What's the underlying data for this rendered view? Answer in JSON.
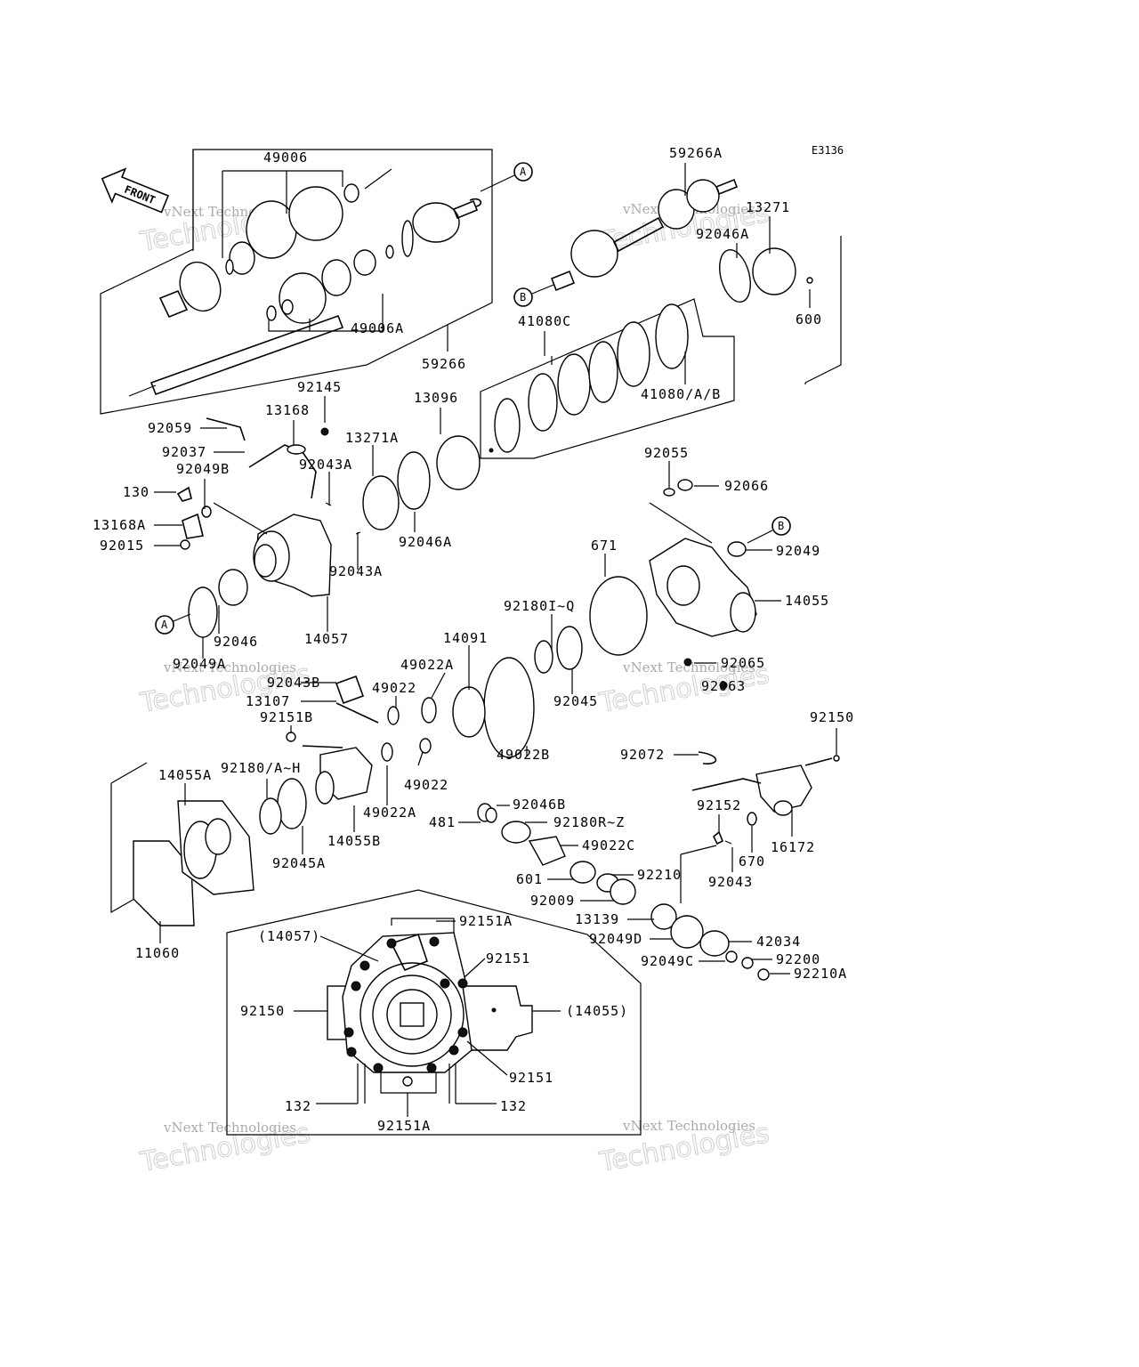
{
  "diagram_code": "E3136",
  "front_label": "FRONT",
  "watermarks": [
    "vNext Technologies",
    "Technologies"
  ],
  "ref_markers": [
    "A",
    "B"
  ],
  "labels": {
    "p49006": "49006",
    "p49006A": "49006A",
    "p59266": "59266",
    "p59266A": "59266A",
    "p13271": "13271",
    "p92046A_top": "92046A",
    "p600": "600",
    "p41080C": "41080C",
    "p41080AB": "41080/A/B",
    "p92145": "92145",
    "p13168": "13168",
    "p13096": "13096",
    "p92059": "92059",
    "p92037": "92037",
    "p13271A": "13271A",
    "p92049B": "92049B",
    "p92043A_a": "92043A",
    "p130": "130",
    "p13168A": "13168A",
    "p92015": "92015",
    "p92046A_mid": "92046A",
    "p92043A_b": "92043A",
    "p92055": "92055",
    "p92066": "92066",
    "p92049": "92049",
    "p671": "671",
    "p14055": "14055",
    "p92180IQ": "92180I~Q",
    "p14091": "14091",
    "p49022A_a": "49022A",
    "p49022_a": "49022",
    "p92045": "92045",
    "p92065": "92065",
    "p92063": "92063",
    "p92046": "92046",
    "p14057": "14057",
    "p92049A": "92049A",
    "p92043B": "92043B",
    "p13107": "13107",
    "p92151B": "92151B",
    "p49022B": "49022B",
    "p92150_a": "92150",
    "p92180AH": "92180/A~H",
    "p14055A": "14055A",
    "p49022_b": "49022",
    "p92072": "92072",
    "p49022A_b": "49022A",
    "p92046B": "92046B",
    "p481": "481",
    "p92180RZ": "92180R~Z",
    "p14055B": "14055B",
    "p92045A": "92045A",
    "p92152": "92152",
    "p670": "670",
    "p16172": "16172",
    "p49022C": "49022C",
    "p601": "601",
    "p92210": "92210",
    "p92009": "92009",
    "p92043": "92043",
    "p13139": "13139",
    "p11060": "11060",
    "p92151A_a": "92151A",
    "p14057p": "(14057)",
    "p92049D": "92049D",
    "p42034": "42034",
    "p92151_a": "92151",
    "p92049C": "92049C",
    "p92200": "92200",
    "p92210A": "92210A",
    "p92150_b": "92150",
    "p14055p": "(14055)",
    "p92151_b": "92151",
    "p132_a": "132",
    "p132_b": "132",
    "p92151A_b": "92151A"
  }
}
